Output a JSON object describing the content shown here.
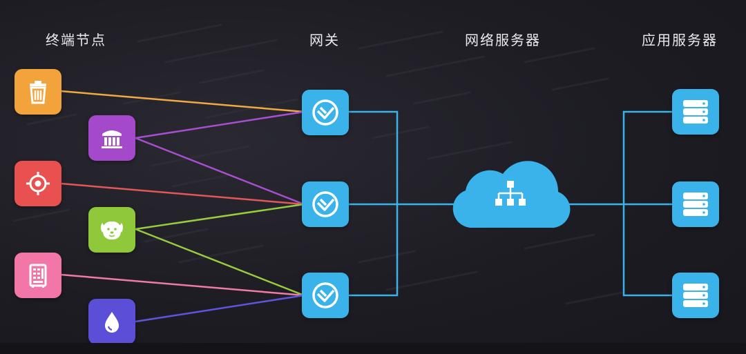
{
  "columns": {
    "terminal_nodes": "终端节点",
    "gateway": "网关",
    "network_server": "网络服务器",
    "application_server": "应用服务器"
  },
  "terminal_nodes": [
    {
      "icon": "trash-can-icon",
      "color": "#f3a33b",
      "line_color": "#f2a945"
    },
    {
      "icon": "bank-building-icon",
      "color": "#a349c9",
      "line_color": "#a84fd0"
    },
    {
      "icon": "target-crosshair-icon",
      "color": "#e8514f",
      "line_color": "#e2585a"
    },
    {
      "icon": "dog-face-icon",
      "color": "#8fc83a",
      "line_color": "#98cc3f"
    },
    {
      "icon": "vending-machine-icon",
      "color": "#f277a8",
      "line_color": "#f07ba9"
    },
    {
      "icon": "water-drop-icon",
      "color": "#5a4fd6",
      "line_color": "#5d55dd"
    }
  ],
  "gateways": [
    {
      "icon": "gateway-check-icon"
    },
    {
      "icon": "gateway-check-icon"
    },
    {
      "icon": "gateway-check-icon"
    }
  ],
  "network_server": {
    "icon": "cloud-network-icon",
    "color": "#3ab3ea"
  },
  "application_servers": [
    {
      "icon": "server-rack-icon"
    },
    {
      "icon": "server-rack-icon"
    },
    {
      "icon": "server-rack-icon"
    }
  ],
  "colors": {
    "accent": "#3ab3ea",
    "background": "#1c1b22",
    "title_text": "#e9e9ee"
  }
}
